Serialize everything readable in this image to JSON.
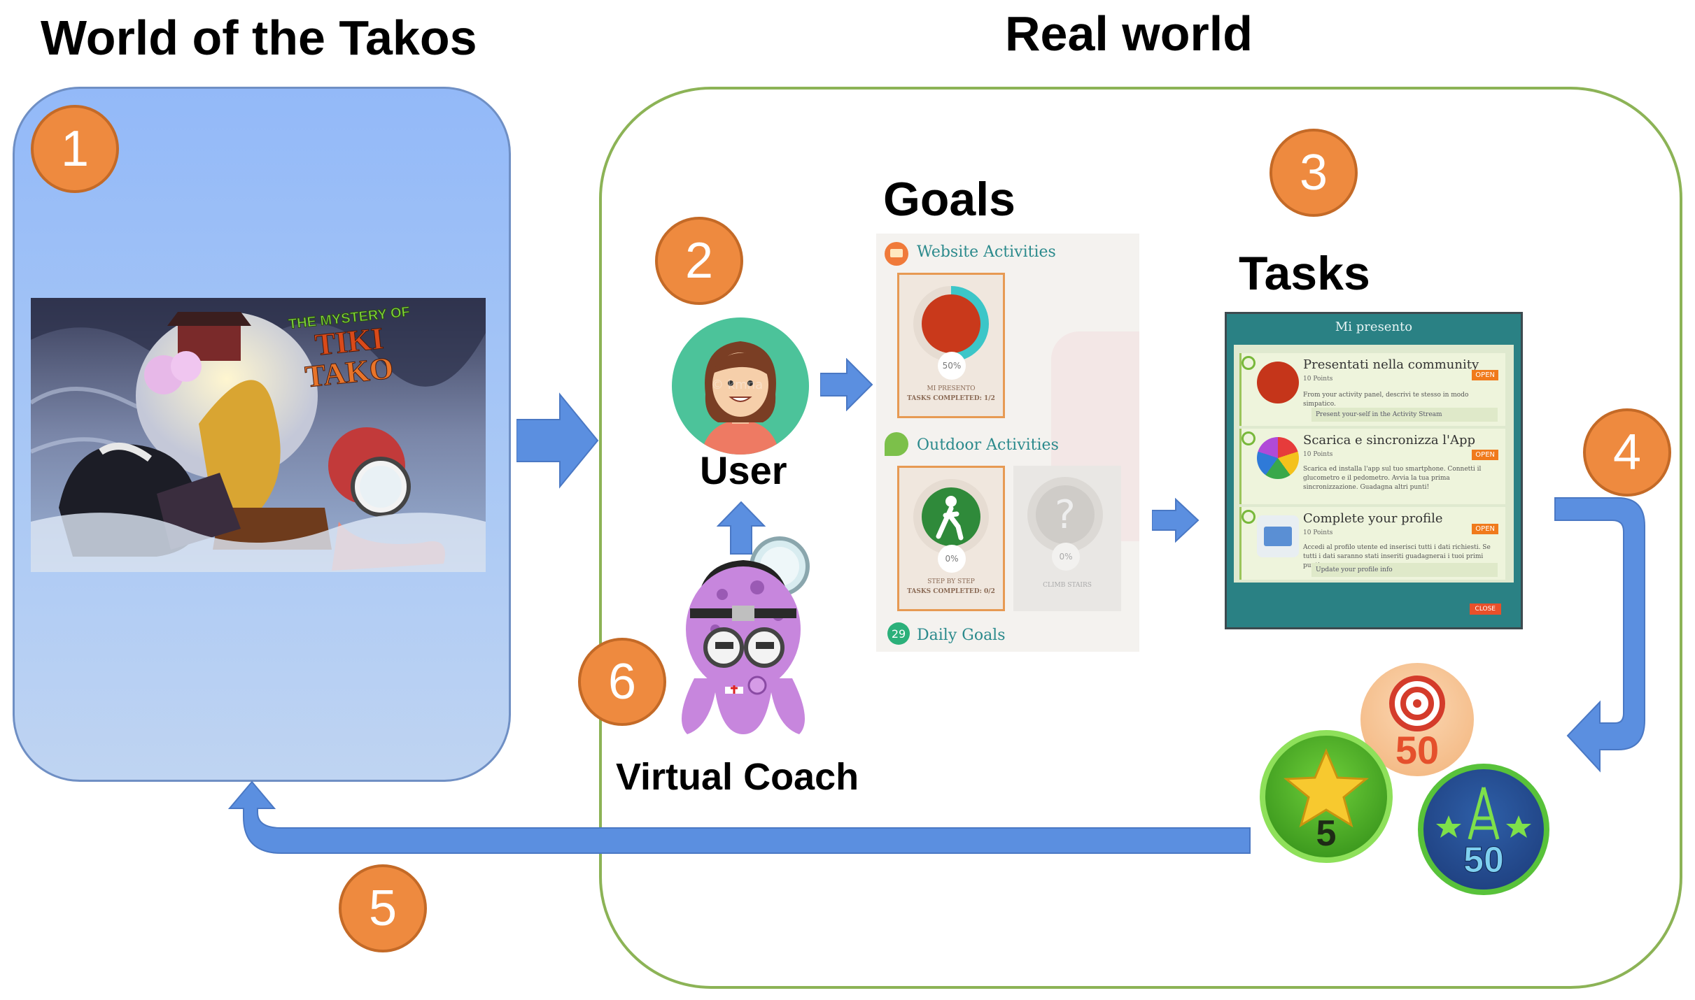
{
  "headings": {
    "left": "World of the Takos",
    "right": "Real world",
    "goals": "Goals",
    "tasks": "Tasks",
    "user": "User",
    "coach": "Virtual Coach"
  },
  "badges": [
    "1",
    "2",
    "3",
    "4",
    "5",
    "6"
  ],
  "game_logo": {
    "line1": "THE MYSTERY OF",
    "line2": "TIKI",
    "line3": "TAKO"
  },
  "user_watermark": "© kmna",
  "goals_panel": {
    "website_section": "Website Activities",
    "outdoor_section": "Outdoor Activities",
    "daily_section": "Daily Goals",
    "daily_count": "29",
    "cards": [
      {
        "pct": "50%",
        "name": "MI PRESENTO",
        "sub": "TASKS COMPLETED: 1/2"
      },
      {
        "pct": "0%",
        "name": "STEP BY STEP",
        "sub": "TASKS COMPLETED: 0/2"
      },
      {
        "pct": "0%",
        "name": "CLIMB STAIRS",
        "sub": ""
      }
    ]
  },
  "tasks_panel": {
    "title": "Mi presento",
    "open_label": "OPEN",
    "close_label": "CLOSE",
    "items": [
      {
        "title": "Presentati nella community",
        "points": "10 Points",
        "desc": "From your activity panel, descrivi te stesso in modo simpatico.",
        "sub": "Present your-self in the Activity Stream"
      },
      {
        "title": "Scarica e sincronizza l'App",
        "points": "10 Points",
        "desc": "Scarica ed installa l'app sul tuo smartphone. Connetti il glucometro e il pedometro. Avvia la tua prima sincronizzazione. Guadagna altri punti!",
        "sub": ""
      },
      {
        "title": "Complete your profile",
        "points": "10 Points",
        "desc": "Accedi al profilo utente ed inserisci tutti i dati richiesti. Se tutti i dati saranno stati inseriti guadagnerai i tuoi primi punti.",
        "sub": "Update your profile info"
      }
    ]
  },
  "rewards": {
    "star": "5",
    "target": "50",
    "tower": "50"
  },
  "colors": {
    "badge": "#ee8a3f",
    "left_box": "#9fc1f7",
    "right_border": "#7fa84a",
    "arrow": "#5b8fe0"
  }
}
